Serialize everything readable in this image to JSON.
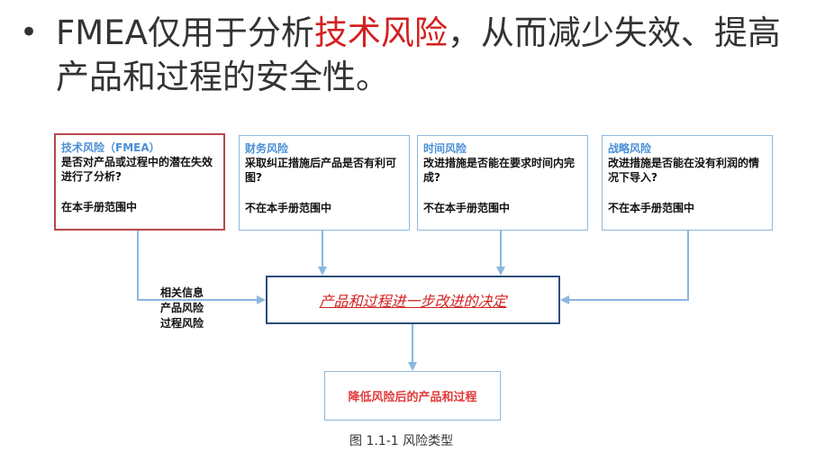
{
  "slide": {
    "bullet": "•",
    "text_before": "FMEA仅用于分析",
    "text_highlight": "技术风险",
    "text_after": "，从而减少失效、提高产品和过程的安全性。"
  },
  "diagram": {
    "boxes": [
      {
        "title": "技术风险（FMEA）",
        "question": "是否对产品或过程中的潜在失效进行了分析?",
        "scope": "在本手册范围中"
      },
      {
        "title": "财务风险",
        "question": "采取纠正措施后产品是否有利可图?",
        "scope": "不在本手册范围中"
      },
      {
        "title": "时间风险",
        "question": "改进措施是否能在要求时间内完成?",
        "scope": "不在本手册范围中"
      },
      {
        "title": "战略风险",
        "question": "改进措施是否能在没有利润的情况下导入?",
        "scope": "不在本手册范围中"
      }
    ],
    "side_label": {
      "line1": "相关信息",
      "line2": "产品风险",
      "line3": "过程风险"
    },
    "decision": "产品和过程进一步改进的决定",
    "result": "降低风险后的产品和过程",
    "caption": "图 1.1-1  风险类型"
  },
  "colors": {
    "accent_blue": "#4a8fd6",
    "arrow_blue": "#8ab6e0",
    "highlight_red": "#d32020",
    "tech_border": "#b8474b",
    "decision_border": "#2d4d7a"
  }
}
